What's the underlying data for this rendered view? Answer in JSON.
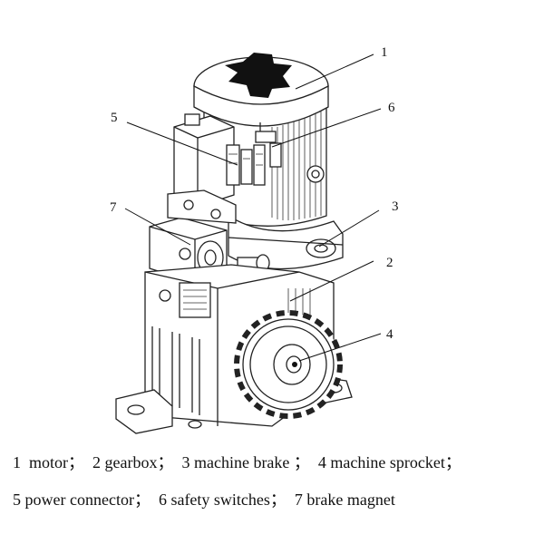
{
  "callouts": [
    "1",
    "2",
    "3",
    "4",
    "5",
    "6",
    "7"
  ],
  "caption": {
    "line1": "1  motor；  2 gearbox；  3 machine brake ；  4 machine sprocket；",
    "line2": "5 power connector；  6 safety switches；  7 brake magnet"
  }
}
